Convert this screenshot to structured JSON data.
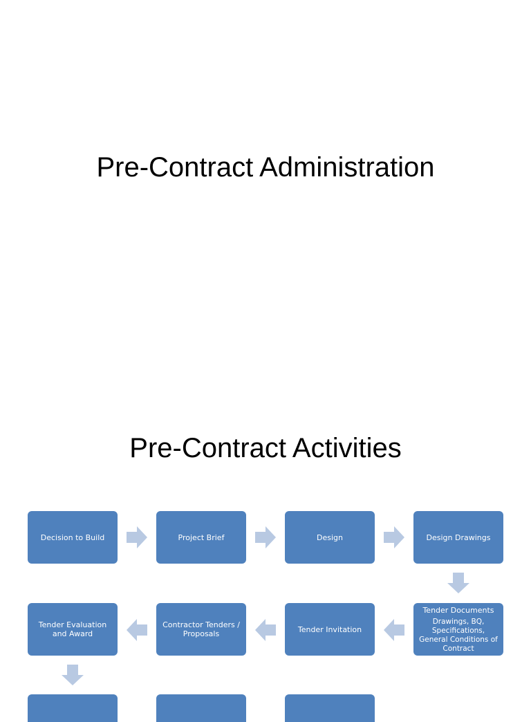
{
  "slide1": {
    "title": "Pre-Contract Administration"
  },
  "slide2": {
    "title": "Pre-Contract Activities",
    "steps": [
      {
        "label": "Decision to Build"
      },
      {
        "label": "Project Brief"
      },
      {
        "label": "Design"
      },
      {
        "label": "Design Drawings"
      },
      {
        "label": "Tender Documents",
        "detail": "Drawings, BQ, Specifications, General Conditions of Contract"
      },
      {
        "label": "Tender Invitation"
      },
      {
        "label": "Contractor Tenders / Proposals"
      },
      {
        "label": "Tender Evaluation and Award"
      },
      {
        "label": ""
      },
      {
        "label": ""
      },
      {
        "label": ""
      }
    ],
    "colors": {
      "box": "#4f81bd",
      "arrow": "#b8c9e2",
      "text": "#ffffff"
    }
  }
}
